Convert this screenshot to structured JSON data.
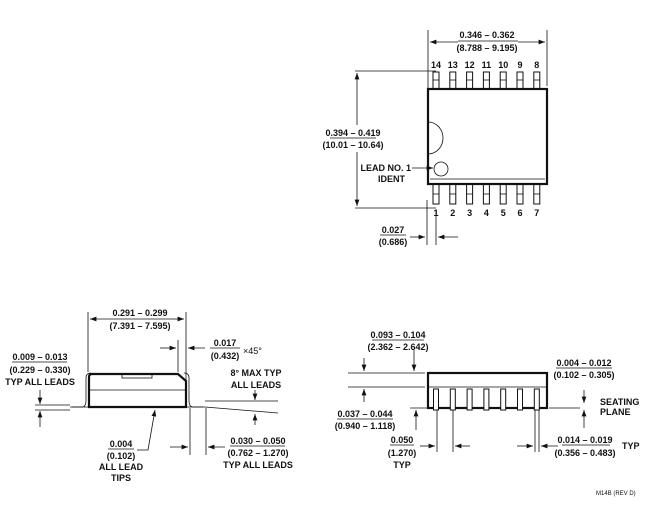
{
  "top_view": {
    "width_in": "0.346 – 0.362",
    "width_mm": "(8.788 – 9.195)",
    "height_in": "0.394 – 0.419",
    "height_mm": "(10.01 – 10.64)",
    "lead_ident_1": "LEAD NO. 1",
    "lead_ident_2": "IDENT",
    "pitch_in": "0.027",
    "pitch_mm": "(0.686)",
    "top_pins": [
      "14",
      "13",
      "12",
      "11",
      "10",
      "9",
      "8"
    ],
    "bottom_pins": [
      "1",
      "2",
      "3",
      "4",
      "5",
      "6",
      "7"
    ]
  },
  "side_view": {
    "body_in": "0.291 – 0.299",
    "body_mm": "(7.391 – 7.595)",
    "chamfer_in": "0.017",
    "chamfer_mm": "(0.432)",
    "chamfer_angle": "×45°",
    "lead_thk_in": "0.009 – 0.013",
    "lead_thk_mm": "(0.229 – 0.330)",
    "lead_thk_note": "TYP ALL LEADS",
    "angle_1": "8° MAX TYP",
    "angle_2": "ALL LEADS",
    "tip_in": "0.004",
    "tip_mm": "(0.102)",
    "tip_1": "ALL LEAD",
    "tip_2": "TIPS",
    "foot_in": "0.030 – 0.050",
    "foot_mm": "(0.762 – 1.270)",
    "foot_note": "TYP ALL LEADS"
  },
  "end_view": {
    "height_in": "0.093 – 0.104",
    "height_mm": "(2.362 – 2.642)",
    "standoff_in": "0.037 – 0.044",
    "standoff_mm": "(0.940 – 1.118)",
    "clear_in": "0.004 – 0.012",
    "clear_mm": "(0.102 – 0.305)",
    "seat_1": "SEATING",
    "seat_2": "PLANE",
    "pitch_in": "0.050",
    "pitch_mm": "(1.270)",
    "pitch_note": "TYP",
    "lead_w_in": "0.014 – 0.019",
    "lead_w_mm": "(0.356 – 0.483)",
    "lead_w_note": "TYP"
  },
  "drawing_id": "M14B (REV D)"
}
